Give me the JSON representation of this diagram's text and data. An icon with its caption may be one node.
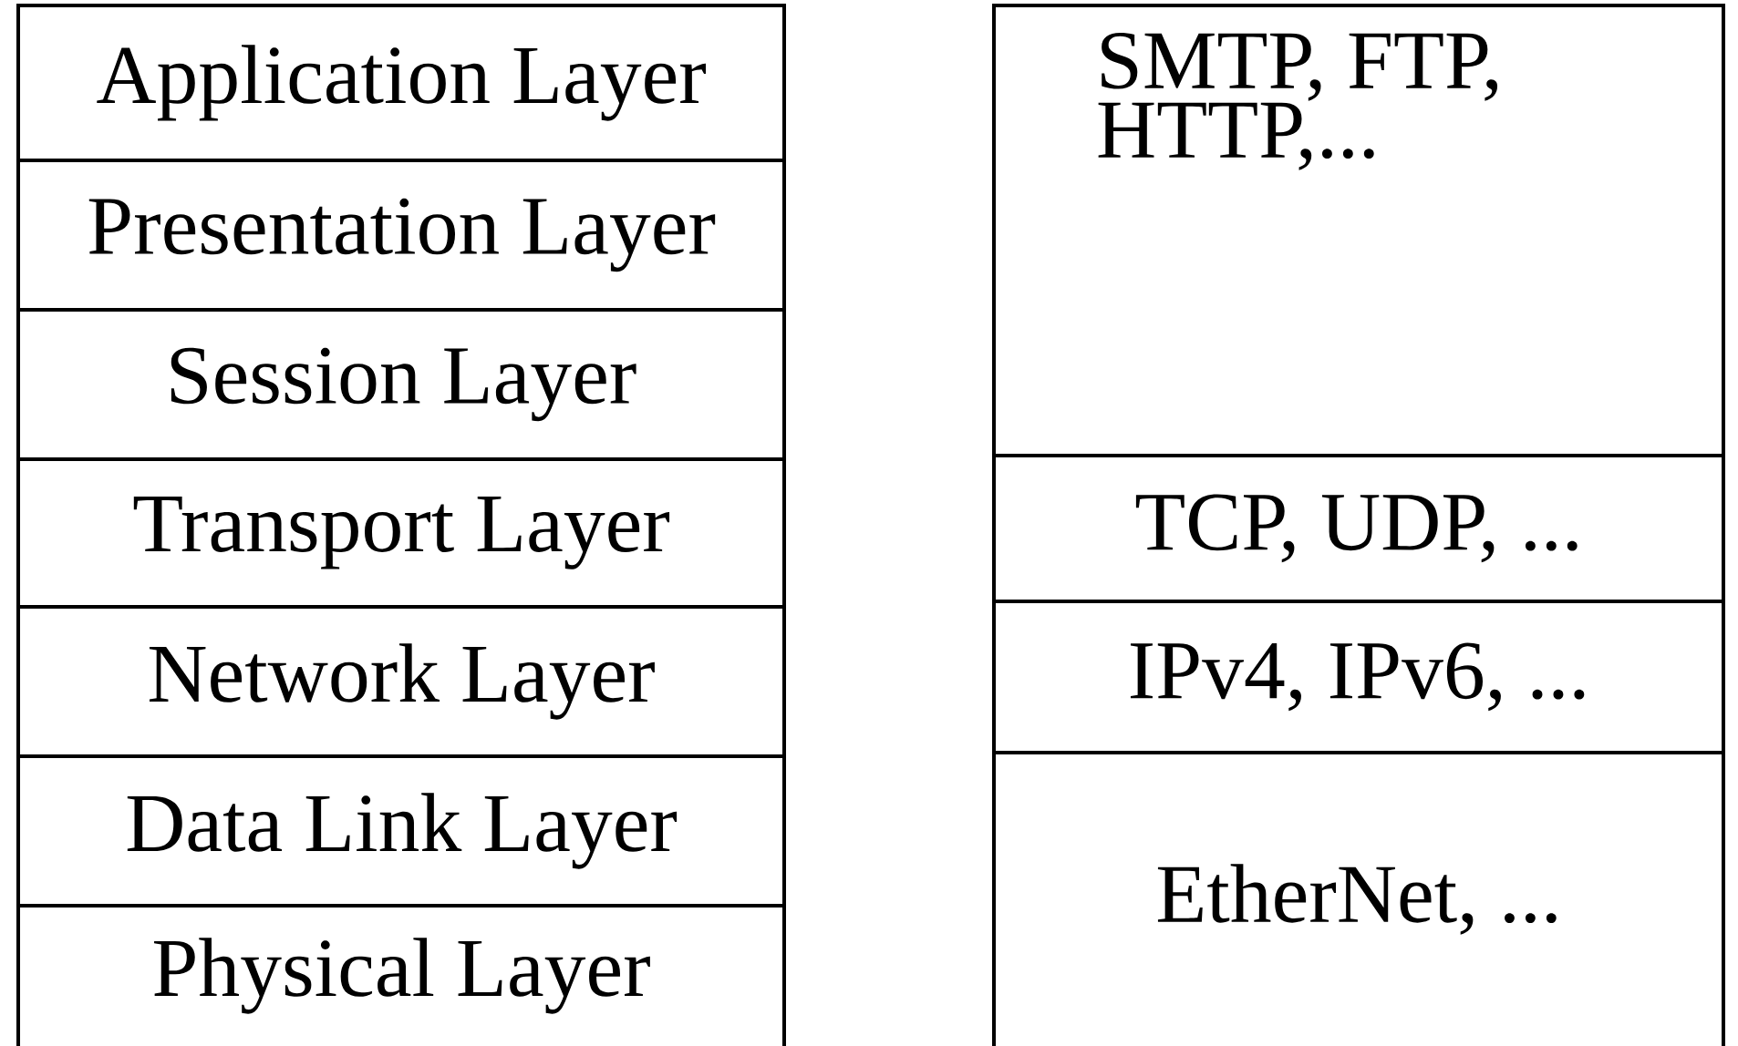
{
  "diagram": {
    "nodes": [
      {
        "text": [
          "Application Layer"
        ]
      },
      {
        "text": [
          "Presentation Layer"
        ]
      },
      {
        "text": [
          "Session Layer"
        ]
      },
      {
        "text": [
          "Transport Layer"
        ]
      },
      {
        "text": [
          "Network Layer"
        ]
      },
      {
        "text": [
          "Data Link Layer"
        ]
      },
      {
        "text": [
          "Physical Layer"
        ]
      },
      {
        "text": [
          "SMTP, FTP, HTTP,..."
        ]
      },
      {
        "text": [
          "TCP, UDP, ..."
        ]
      },
      {
        "text": [
          "IPv4, IPv6, ..."
        ]
      },
      {
        "text": [
          "EtherNet, ..."
        ]
      }
    ]
  }
}
